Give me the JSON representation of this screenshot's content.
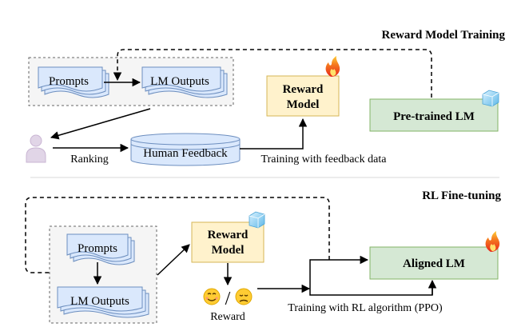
{
  "reward_section": {
    "title": "Reward Model Training",
    "prompts": "Prompts",
    "lm_outputs": "LM Outputs",
    "reward_model_line1": "Reward",
    "reward_model_line2": "Model",
    "pretrained_lm": "Pre-trained LM",
    "ranking": "Ranking",
    "human_feedback": "Human Feedback",
    "training_label": "Training with feedback data"
  },
  "rl_section": {
    "title": "RL Fine-tuning",
    "prompts": "Prompts",
    "lm_outputs": "LM Outputs",
    "reward_model_line1": "Reward",
    "reward_model_line2": "Model",
    "aligned_lm": "Aligned LM",
    "reward_label": "Reward",
    "training_label": "Training with RL algorithm (PPO)",
    "slash": "/"
  },
  "icons": {
    "fire": "fire-icon",
    "ice": "ice-cube-icon",
    "user": "user-icon",
    "happy": "smiling-face-icon",
    "sad": "sad-face-icon"
  },
  "colors": {
    "doc_fill": "#dae8fc",
    "doc_stroke": "#6c8ebf",
    "reward_fill": "#fff2cc",
    "reward_stroke": "#d6b656",
    "lm_fill": "#d5e8d4",
    "lm_stroke": "#82b366",
    "group_fill": "#f5f5f5",
    "user_fill": "#e1d5e7"
  }
}
